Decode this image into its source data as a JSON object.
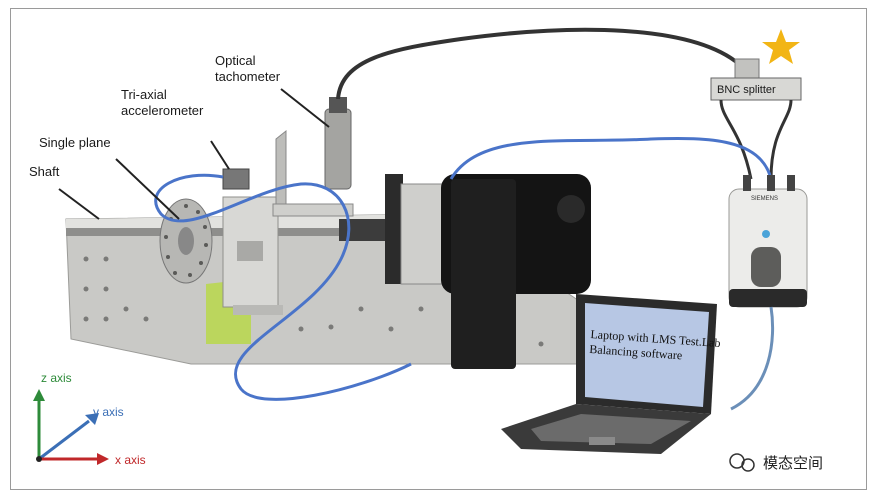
{
  "labels": {
    "optical_tachometer": [
      "Optical",
      "tachometer"
    ],
    "tri_axial_accelerometer": [
      "Tri-axial",
      "accelerometer"
    ],
    "single_plane": "Single plane",
    "shaft": "Shaft",
    "bnc_splitter": "BNC splitter"
  },
  "laptop_screen": [
    "Laptop with LMS Test.Lab",
    "Balancing software"
  ],
  "axes": {
    "z": "z axis",
    "y": "y axis",
    "x": "x axis"
  },
  "watermark": "模态空间",
  "device_brand": "SIEMENS",
  "colors": {
    "z_axis": "#2e8b3a",
    "y_axis": "#3b6fb6",
    "x_axis": "#c0282a",
    "star": "#f2b515",
    "cable_blue": "#4a74c9",
    "cable_dark": "#333333"
  }
}
